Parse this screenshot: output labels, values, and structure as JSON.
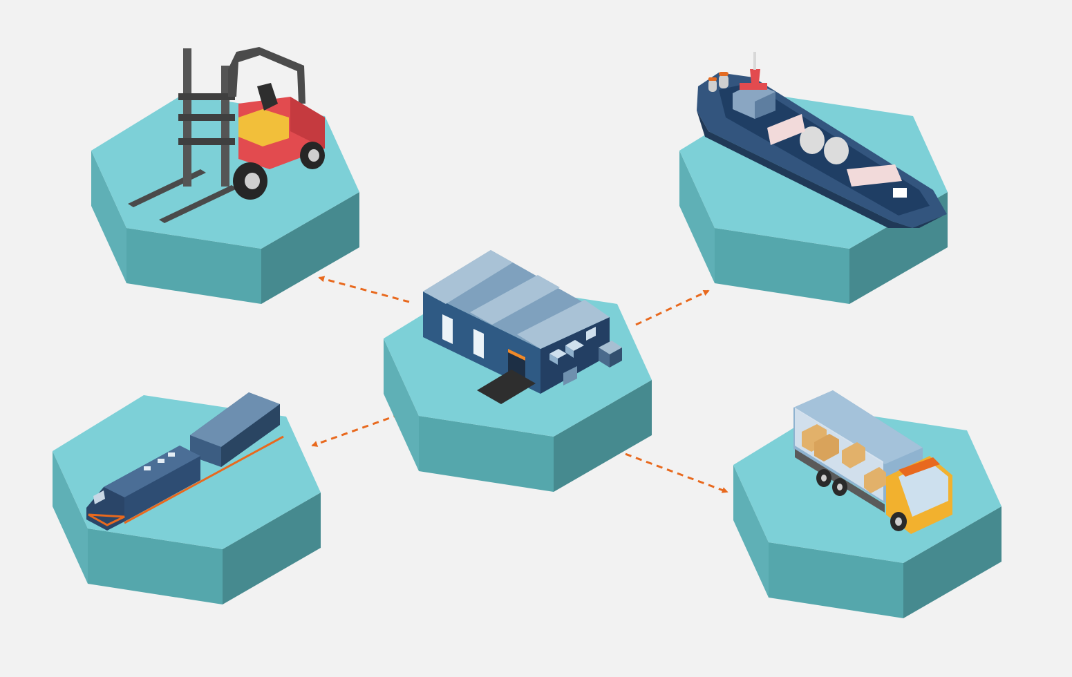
{
  "palette": {
    "background": "#f2f2f2",
    "hex_top": "#7dd0d7",
    "hex_front": "#55a7ac",
    "hex_right": "#468a8f",
    "hex_left": "#5fb0b6",
    "arrow": "#e8691e"
  },
  "nodes": [
    {
      "id": "warehouse",
      "icon": "warehouse-icon"
    },
    {
      "id": "forklift",
      "icon": "forklift-icon"
    },
    {
      "id": "cargo-ship",
      "icon": "cargo-ship-icon"
    },
    {
      "id": "freight-train",
      "icon": "freight-train-icon"
    },
    {
      "id": "delivery-truck",
      "icon": "delivery-truck-icon"
    }
  ],
  "edges": [
    {
      "from": "warehouse",
      "to": "forklift"
    },
    {
      "from": "warehouse",
      "to": "cargo-ship"
    },
    {
      "from": "warehouse",
      "to": "freight-train"
    },
    {
      "from": "warehouse",
      "to": "delivery-truck"
    }
  ]
}
